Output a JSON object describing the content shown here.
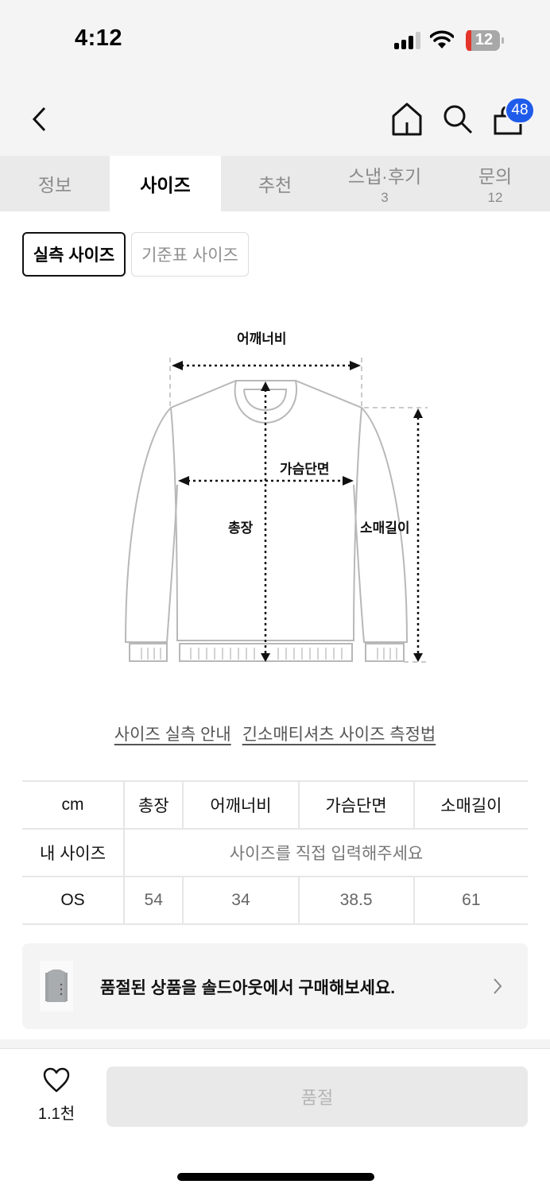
{
  "status_bar": {
    "time": "4:12",
    "battery_level": "12",
    "battery_low_color": "#e5352b",
    "icons": [
      "cellular-signal-icon",
      "wifi-icon",
      "battery-icon"
    ]
  },
  "nav": {
    "icons": [
      "back-chevron-icon",
      "home-icon",
      "search-icon",
      "shopping-bag-icon"
    ],
    "cart_badge": "48",
    "badge_color": "#1f5bea"
  },
  "tabs": [
    {
      "label": "정보",
      "count": null,
      "active": false
    },
    {
      "label": "사이즈",
      "count": null,
      "active": true
    },
    {
      "label": "추천",
      "count": null,
      "active": false
    },
    {
      "label": "스냅·후기",
      "count": "3",
      "active": false
    },
    {
      "label": "문의",
      "count": "12",
      "active": false
    }
  ],
  "size_toggle": {
    "options": [
      {
        "label": "실측 사이즈",
        "selected": true
      },
      {
        "label": "기준표 사이즈",
        "selected": false
      }
    ]
  },
  "diagram": {
    "labels": {
      "shoulder": "어깨너비",
      "chest": "가슴단면",
      "length": "총장",
      "sleeve": "소매길이"
    }
  },
  "links": [
    "사이즈 실측 안내",
    "긴소매티셔츠 사이즈 측정법"
  ],
  "size_table": {
    "unit": "cm",
    "columns": [
      "총장",
      "어깨너비",
      "가슴단면",
      "소매길이"
    ],
    "my_size": {
      "label": "내 사이즈",
      "hint": "사이즈를 직접 입력해주세요"
    },
    "rows": [
      {
        "size": "OS",
        "values": [
          "54",
          "34",
          "38.5",
          "61"
        ]
      }
    ]
  },
  "soldout_banner": {
    "text": "품절된 상품을 솔드아웃에서 구매해보세요.",
    "icon": "chevron-right-icon"
  },
  "bottom_bar": {
    "like_count": "1.1천",
    "buy_button": "품절"
  }
}
